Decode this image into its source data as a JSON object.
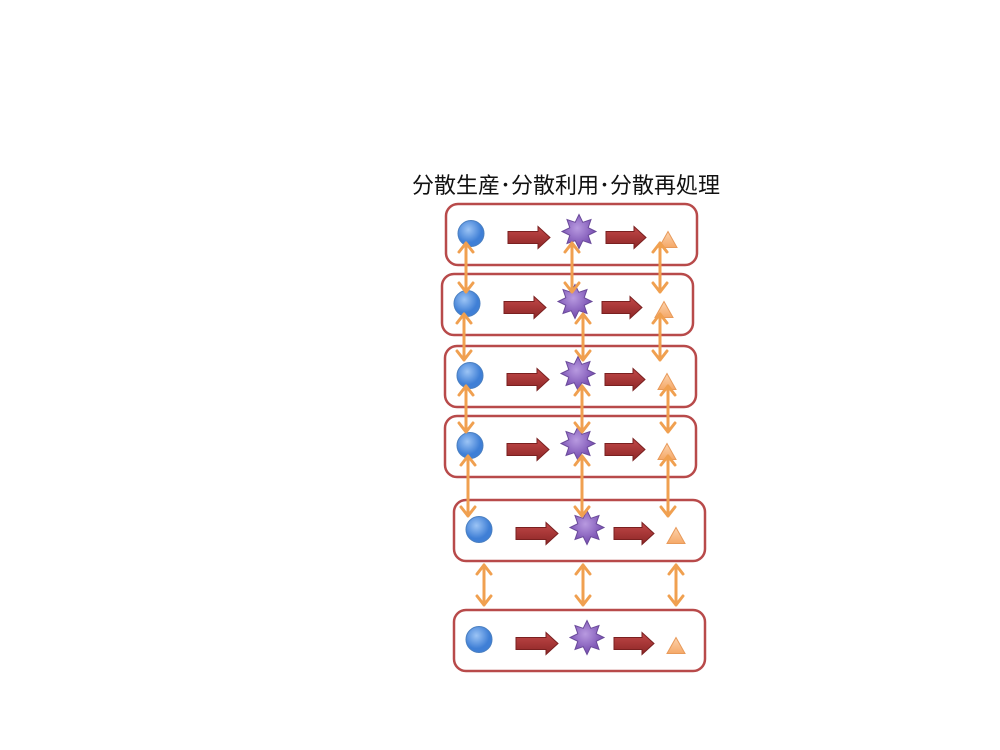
{
  "title": "分散生産･分散利用･分散再処理",
  "colors": {
    "box_border": "#b84a4a",
    "circle": "#5b95e0",
    "star": "#9a72c8",
    "triangle": "#f7b885",
    "flow_arrow": "#a83232",
    "link_arrow": "#f0a050"
  },
  "rows": [
    {
      "stages": [
        "circle-node",
        "star-node",
        "triangle-node"
      ]
    },
    {
      "stages": [
        "circle-node",
        "star-node",
        "triangle-node"
      ]
    },
    {
      "stages": [
        "circle-node",
        "star-node",
        "triangle-node"
      ]
    },
    {
      "stages": [
        "circle-node",
        "star-node",
        "triangle-node"
      ]
    },
    {
      "stages": [
        "circle-node",
        "star-node",
        "triangle-node"
      ]
    },
    {
      "stages": [
        "circle-node",
        "star-node",
        "triangle-node"
      ]
    }
  ]
}
